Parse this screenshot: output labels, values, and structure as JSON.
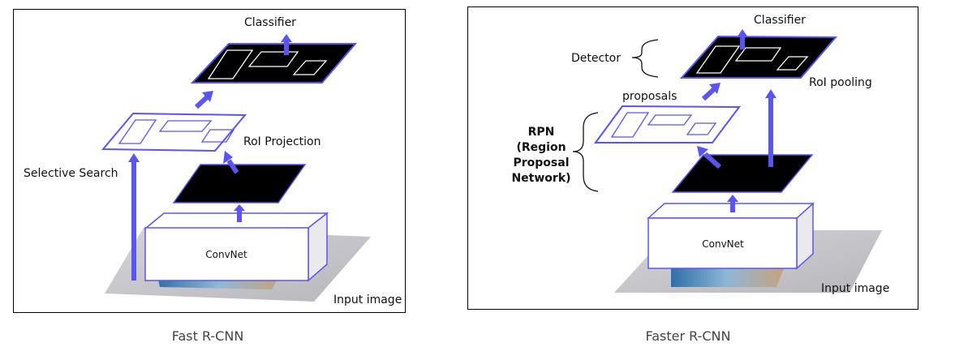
{
  "left": {
    "caption": "Fast R-CNN",
    "labels": {
      "classifier": "Classifier",
      "roi_projection": "RoI Projection",
      "selective_search": "Selective Search",
      "convnet": "ConvNet",
      "input_image": "Input image"
    }
  },
  "right": {
    "caption": "Faster R-CNN",
    "labels": {
      "classifier": "Classifier",
      "detector": "Detector",
      "roi_pooling": "RoI pooling",
      "proposals": "proposals",
      "rpn_lines": [
        "RPN",
        "(Region",
        "Proposal",
        "Network)"
      ],
      "convnet": "ConvNet",
      "input_image": "Input image"
    }
  },
  "colors": {
    "arrow": "#5a55f2",
    "outline": "#5a55f2",
    "map": "#000000"
  }
}
